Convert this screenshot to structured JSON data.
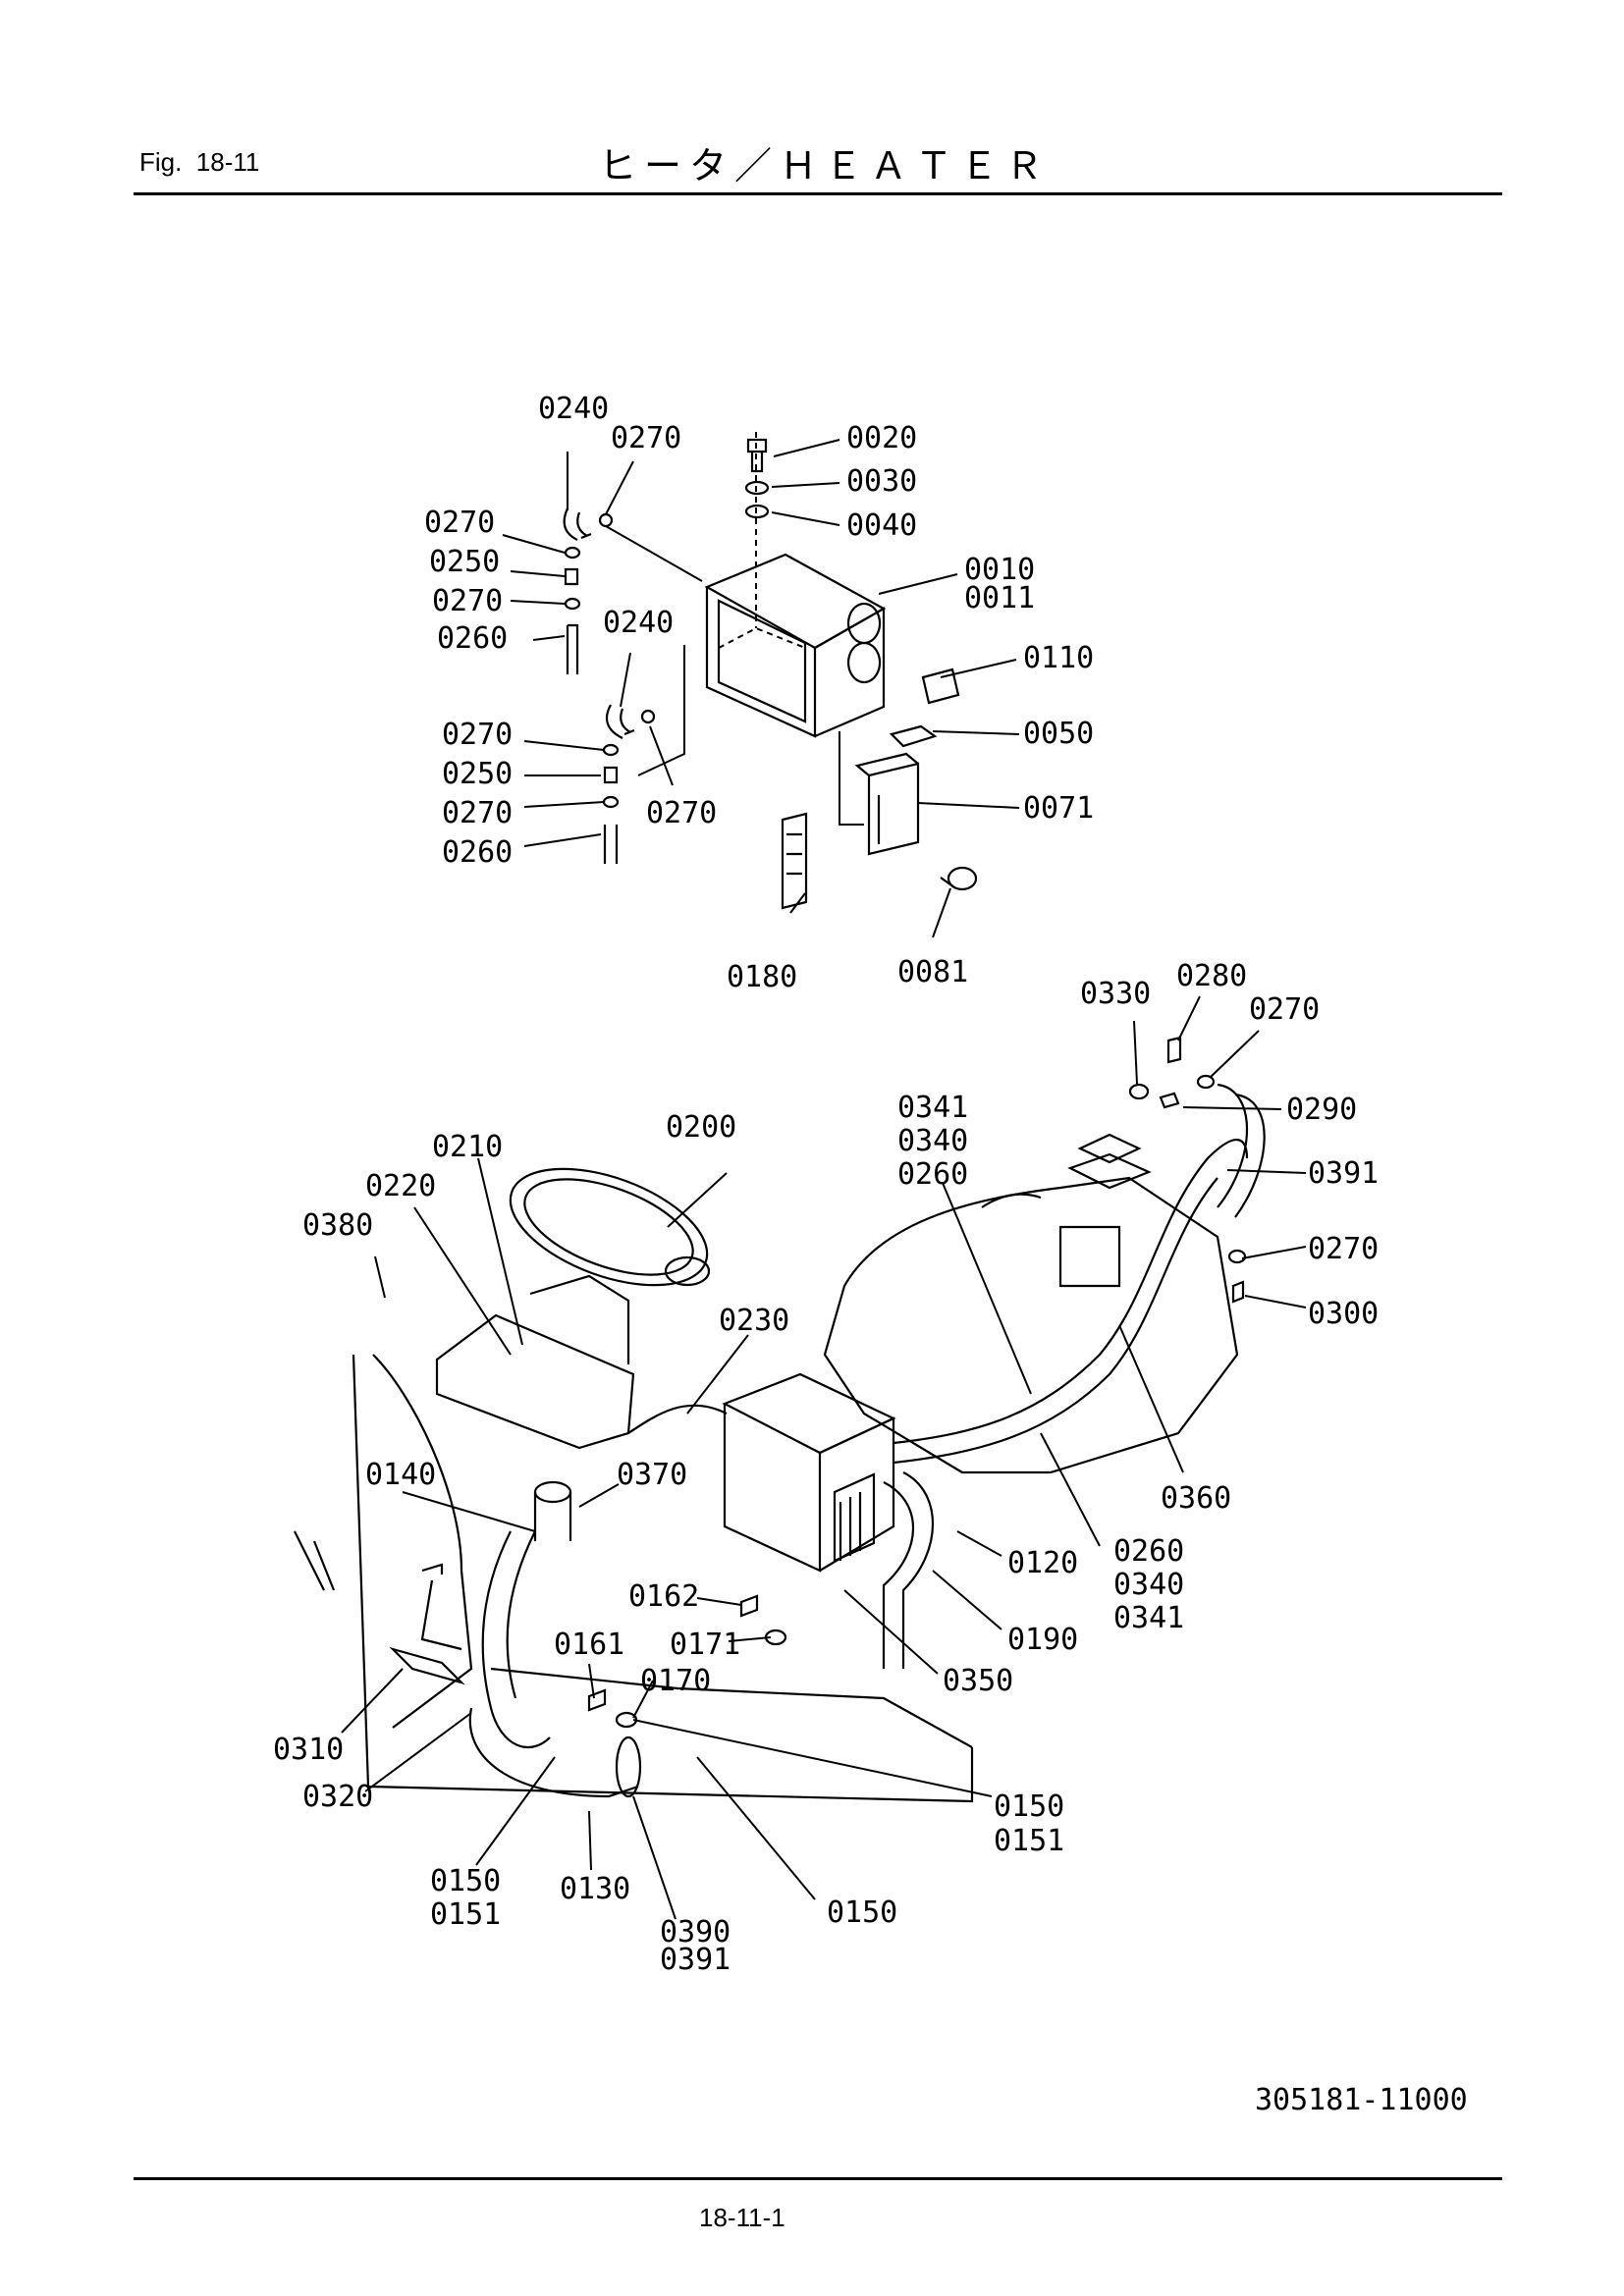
{
  "header": {
    "fig_label": "Fig.  18-11",
    "title": "ヒータ／ＨＥＡＴＥＲ"
  },
  "footer": {
    "drawing_no": "305181-11000",
    "page_no": "18-11-1"
  },
  "callouts": {
    "c01": "0240",
    "c02": "0270",
    "c03": "0020",
    "c04": "0030",
    "c05": "0040",
    "c06": "0270",
    "c07": "0250",
    "c08": "0270",
    "c09": "0260",
    "c10": "0240",
    "c11": "0010",
    "c12": "0011",
    "c13": "0110",
    "c14": "0270",
    "c15": "0250",
    "c16": "0270",
    "c17": "0260",
    "c18": "0270",
    "c19": "0050",
    "c20": "0071",
    "c21": "0180",
    "c22": "0081",
    "c23": "0330",
    "c24": "0280",
    "c25": "0270",
    "c26": "0290",
    "c27": "0341",
    "c28": "0340",
    "c29": "0260",
    "c30": "0391",
    "c31": "0200",
    "c32": "0210",
    "c33": "0220",
    "c34": "0380",
    "c35": "0270",
    "c36": "0300",
    "c37": "0230",
    "c38": "0140",
    "c39": "0370",
    "c40": "0360",
    "c41": "0120",
    "c42": "0260",
    "c43": "0340",
    "c44": "0341",
    "c45": "0162",
    "c46": "0161",
    "c47": "0171",
    "c48": "0170",
    "c49": "0190",
    "c50": "0350",
    "c51": "0310",
    "c52": "0320",
    "c53": "0150",
    "c54": "0151",
    "c55": "0150",
    "c56": "0151",
    "c57": "0130",
    "c58": "0150",
    "c59": "0390",
    "c60": "0391"
  }
}
